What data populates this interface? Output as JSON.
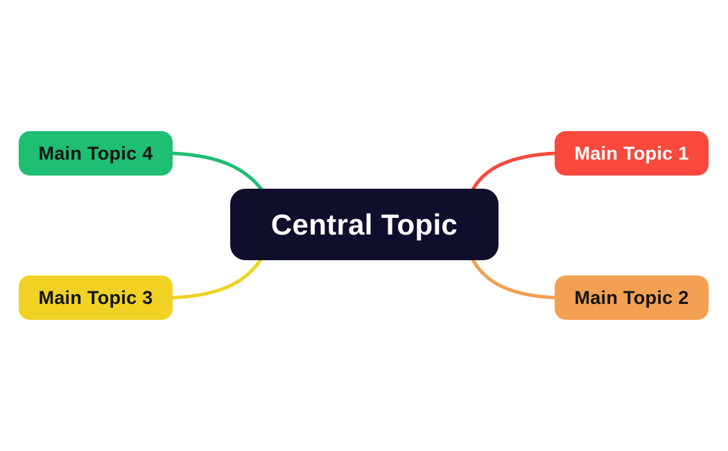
{
  "diagram": {
    "type": "mindmap",
    "background_color": "#FFFFFF"
  },
  "central": {
    "label": "Central Topic",
    "bg_color": "#0F0F2D",
    "text_color": "#FFFFFF"
  },
  "topics": [
    {
      "label": "Main Topic 1",
      "branch": "top-right",
      "color": "#F8493C",
      "text_color": "#FFFFFF"
    },
    {
      "label": "Main Topic 2",
      "branch": "bottom-right",
      "color": "#F2A052",
      "text_color": "#141414"
    },
    {
      "label": "Main Topic 3",
      "branch": "bottom-left",
      "color": "#F1D224",
      "text_color": "#141414"
    },
    {
      "label": "Main Topic 4",
      "branch": "top-left",
      "color": "#1EBE73",
      "text_color": "#141414"
    }
  ]
}
